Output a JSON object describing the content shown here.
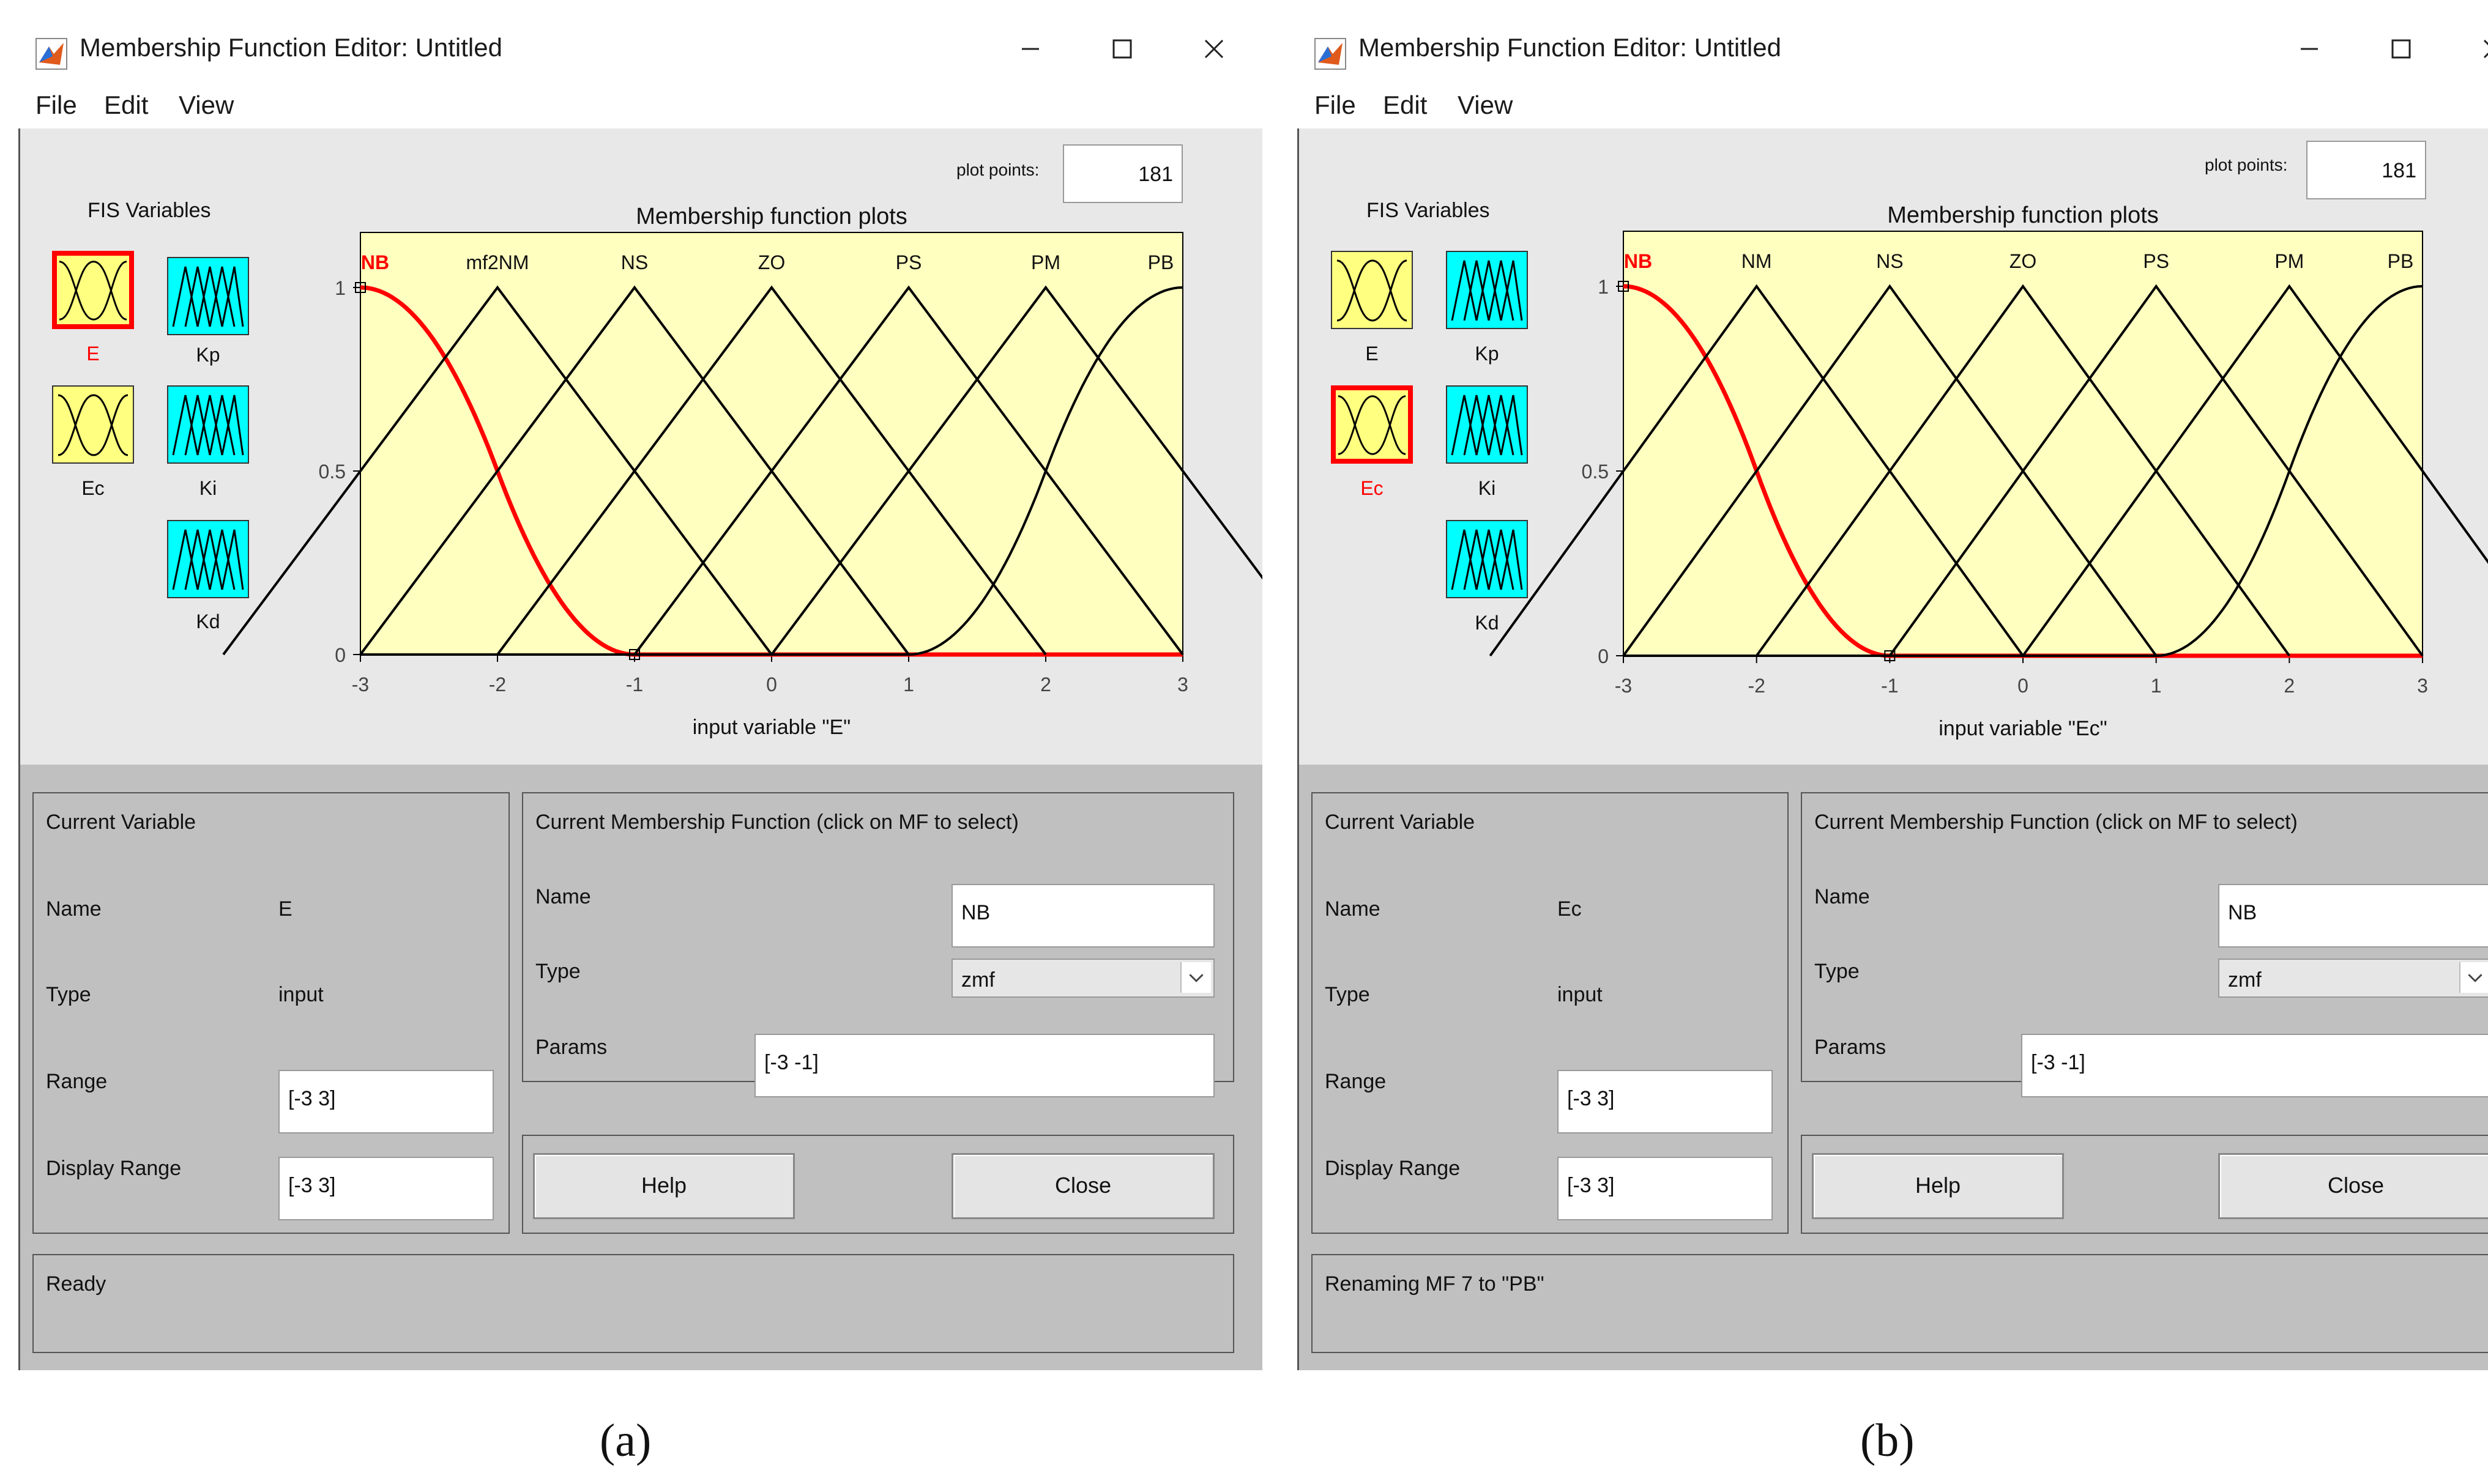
{
  "panels": [
    {
      "id": "a",
      "caption": "(a)",
      "window_title": "Membership Function Editor: Untitled",
      "menu": [
        "File",
        "Edit",
        "View"
      ],
      "fis_variables_label": "FIS Variables",
      "variables": [
        {
          "label": "E",
          "kind": "input",
          "selected": true
        },
        {
          "label": "Kp",
          "kind": "output",
          "selected": false
        },
        {
          "label": "Ec",
          "kind": "input",
          "selected": false
        },
        {
          "label": "Ki",
          "kind": "output",
          "selected": false
        },
        {
          "label": "Kd",
          "kind": "output",
          "selected": false
        }
      ],
      "plot": {
        "title": "Membership function plots",
        "plot_points_label": "plot points:",
        "plot_points": "181",
        "xlabel": "input variable \"E\"",
        "x_ticks": [
          "-3",
          "-2",
          "-1",
          "0",
          "1",
          "2",
          "3"
        ],
        "y_ticks": [
          "0",
          "0.5",
          "1"
        ],
        "mf_names": [
          "NB",
          "mf2NM",
          "NS",
          "ZO",
          "PS",
          "PM",
          "PB"
        ],
        "mf_peaks": [
          -3,
          -2,
          -1,
          0,
          1,
          2,
          3
        ]
      },
      "current_variable": {
        "header": "Current Variable",
        "name_label": "Name",
        "name": "E",
        "type_label": "Type",
        "type": "input",
        "range_label": "Range",
        "range": "[-3 3]",
        "display_range_label": "Display Range",
        "display_range": "[-3 3]"
      },
      "current_mf": {
        "header": "Current Membership Function (click on MF to select)",
        "name_label": "Name",
        "name": "NB",
        "type_label": "Type",
        "type": "zmf",
        "params_label": "Params",
        "params": "[-3 -1]"
      },
      "buttons": {
        "help": "Help",
        "close": "Close"
      },
      "status": "Ready"
    },
    {
      "id": "b",
      "caption": "(b)",
      "window_title": "Membership Function Editor: Untitled",
      "menu": [
        "File",
        "Edit",
        "View"
      ],
      "fis_variables_label": "FIS Variables",
      "variables": [
        {
          "label": "E",
          "kind": "input",
          "selected": false
        },
        {
          "label": "Kp",
          "kind": "output",
          "selected": false
        },
        {
          "label": "Ec",
          "kind": "input",
          "selected": true
        },
        {
          "label": "Ki",
          "kind": "output",
          "selected": false
        },
        {
          "label": "Kd",
          "kind": "output",
          "selected": false
        }
      ],
      "plot": {
        "title": "Membership function plots",
        "plot_points_label": "plot points:",
        "plot_points": "181",
        "xlabel": "input variable \"Ec\"",
        "x_ticks": [
          "-3",
          "-2",
          "-1",
          "0",
          "1",
          "2",
          "3"
        ],
        "y_ticks": [
          "0",
          "0.5",
          "1"
        ],
        "mf_names": [
          "NB",
          "NM",
          "NS",
          "ZO",
          "PS",
          "PM",
          "PB"
        ],
        "mf_peaks": [
          -3,
          -2,
          -1,
          0,
          1,
          2,
          3
        ]
      },
      "current_variable": {
        "header": "Current Variable",
        "name_label": "Name",
        "name": "Ec",
        "type_label": "Type",
        "type": "input",
        "range_label": "Range",
        "range": "[-3 3]",
        "display_range_label": "Display Range",
        "display_range": "[-3 3]"
      },
      "current_mf": {
        "header": "Current Membership Function (click on MF to select)",
        "name_label": "Name",
        "name": "NB",
        "type_label": "Type",
        "type": "zmf",
        "params_label": "Params",
        "params": "[-3 -1]"
      },
      "buttons": {
        "help": "Help",
        "close": "Close"
      },
      "status": "Renaming MF 7 to \"PB\""
    }
  ],
  "colors": {
    "plot_bg": "#ffffc0",
    "selected_mf": "#ff0000",
    "mf_line": "#000000",
    "input_tile": "#ffff80",
    "output_tile": "#00ffff",
    "panel_bg": "#c0c0c0",
    "upper_bg": "#e8e8e8"
  }
}
